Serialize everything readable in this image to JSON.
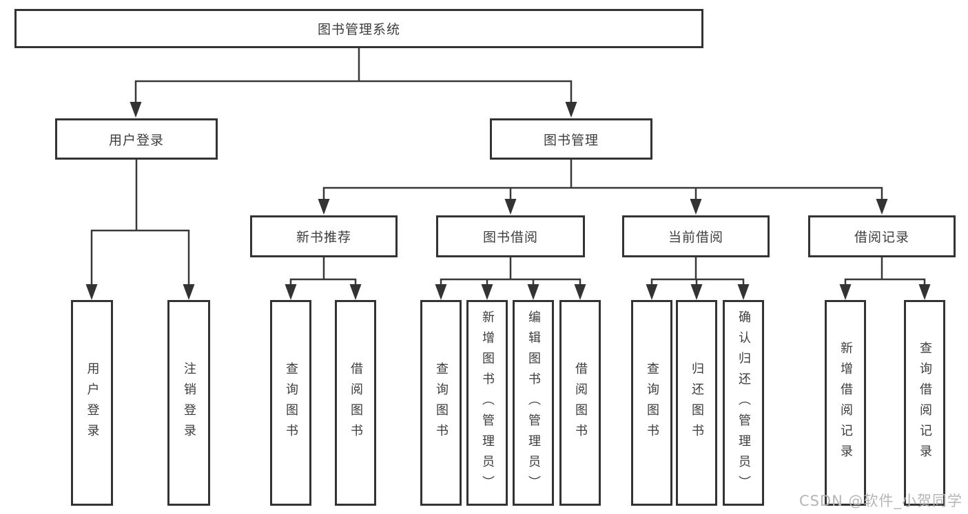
{
  "title": "图书管理系统",
  "tree": {
    "root": {
      "label": "图书管理系统"
    },
    "branches": [
      {
        "label": "用户登录",
        "children": [
          {
            "label": "用户登录"
          },
          {
            "label": "注销登录"
          }
        ]
      },
      {
        "label": "图书管理",
        "children": [
          {
            "label": "新书推荐",
            "children": [
              {
                "label": "查询图书"
              },
              {
                "label": "借阅图书"
              }
            ]
          },
          {
            "label": "图书借阅",
            "children": [
              {
                "label": "查询图书"
              },
              {
                "label": "新增图书（管理员）"
              },
              {
                "label": "编辑图书（管理员）"
              },
              {
                "label": "借阅图书"
              }
            ]
          },
          {
            "label": "当前借阅",
            "children": [
              {
                "label": "查询图书"
              },
              {
                "label": "归还图书"
              },
              {
                "label": "确认归还（管理员）"
              }
            ]
          },
          {
            "label": "借阅记录",
            "children": [
              {
                "label": "新增借阅记录"
              },
              {
                "label": "查询借阅记录"
              }
            ]
          }
        ]
      }
    ]
  },
  "watermark": "CSDN @软件_小贺同学",
  "colors": {
    "box_border": "#333333",
    "connector": "#383838",
    "text": "#3d3d3d",
    "watermark": "#b5b5b5",
    "background": "#ffffff"
  }
}
